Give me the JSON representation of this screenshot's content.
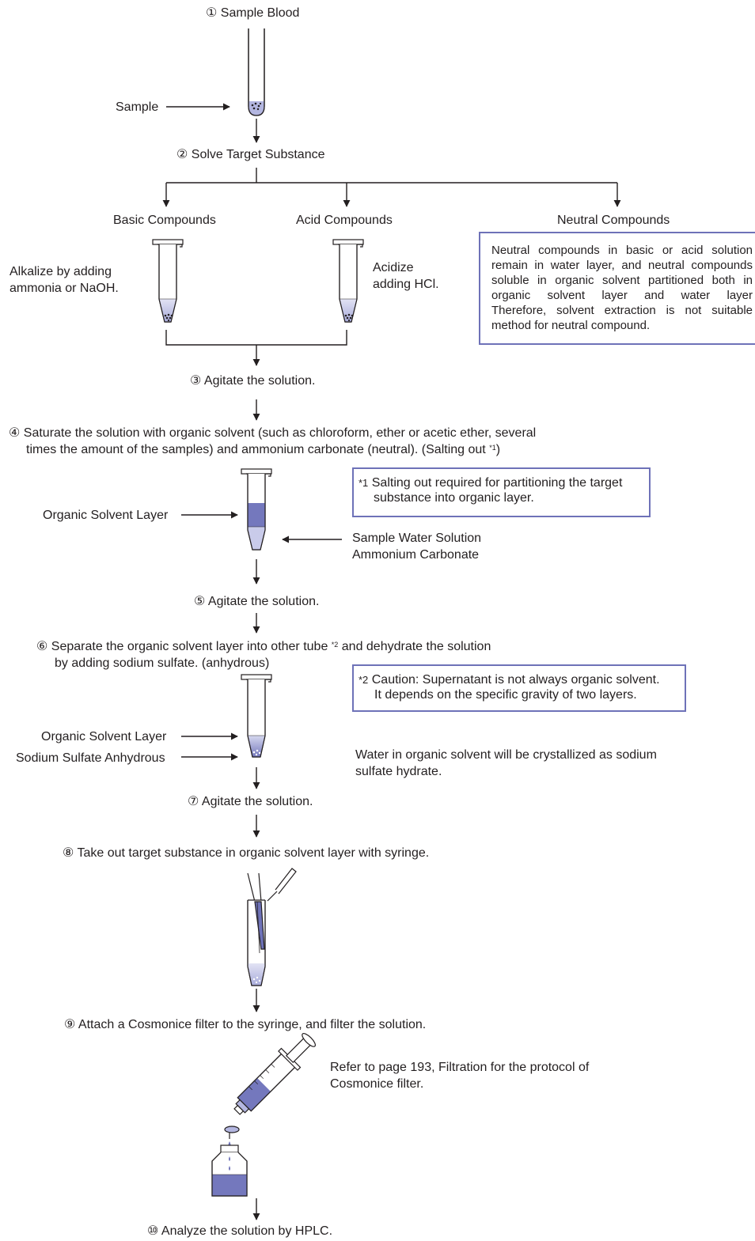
{
  "steps": {
    "s1": "① Sample Blood",
    "s2": "② Solve Target Substance",
    "s3": "③ Agitate the solution.",
    "s4_line1": "④ Saturate the solution with organic solvent (such as chloroform, ether or acetic ether, several",
    "s4_line2": "times the amount of the samples) and ammonium carbonate (neutral). (Salting out",
    "s4_sup": "*1",
    "s4_end": ")",
    "s5": "⑤ Agitate the solution.",
    "s6_line1_a": "⑥ Separate the organic solvent layer into other tube",
    "s6_sup": "*2",
    "s6_line1_b": "and dehydrate the solution",
    "s6_line2": "by adding sodium sulfate. (anhydrous)",
    "s7": "⑦ Agitate the solution.",
    "s8": "⑧ Take out target substance in organic solvent layer with syringe.",
    "s9": "⑨ Attach a Cosmonice filter to the syringe, and filter the solution.",
    "s10": "⑩ Analyze the solution by HPLC."
  },
  "labels": {
    "sample": "Sample",
    "basic": "Basic Compounds",
    "acid": "Acid Compounds",
    "neutral": "Neutral Compounds",
    "alkalize_1": "Alkalize by adding",
    "alkalize_2": "ammonia or NaOH.",
    "acidize_1": "Acidize",
    "acidize_2": "adding HCl.",
    "organic_layer_1": "Organic Solvent Layer",
    "sample_water": "Sample Water Solution",
    "ammonium": "Ammonium Carbonate",
    "organic_layer_2": "Organic Solvent Layer",
    "sodium_sulfate": "Sodium Sulfate Anhydrous",
    "water_note_1": "Water in organic solvent will be crystallized as sodium",
    "water_note_2": "sulfate hydrate.",
    "refer_1": "Refer to page 193, Filtration for the protocol of",
    "refer_2": "Cosmonice filter."
  },
  "notes": {
    "neutral_lines": [
      "Neutral compounds in basic or acid solution",
      "remain in water layer, and neutral compounds",
      "soluble in organic solvent partitioned both in",
      "organic solvent layer and water layer",
      "Therefore, solvent extraction is not suitable",
      "method for neutral compound."
    ],
    "n1_mark": "*1",
    "n1_line1": "Salting out required for partitioning the target",
    "n1_line2": "substance into organic layer.",
    "n2_mark": "*2",
    "n2_line1": "Caution: Supernatant is not always organic solvent.",
    "n2_line2": "It depends on the specific gravity of two layers."
  },
  "colors": {
    "accent_border": "#6e72b8",
    "liquid_dark": "#6e72b8",
    "liquid_light": "#b3b6e0",
    "line": "#231f20"
  }
}
